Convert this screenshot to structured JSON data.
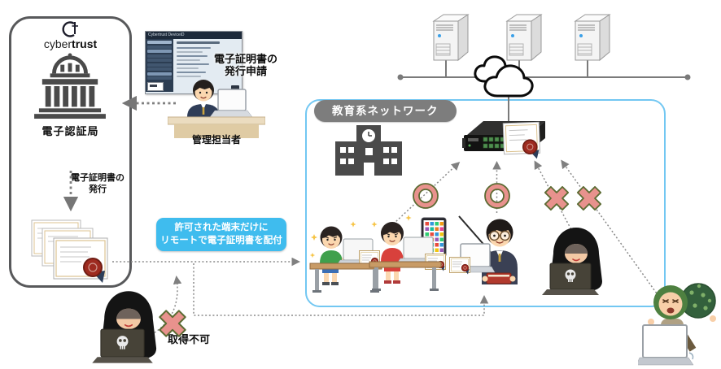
{
  "colors": {
    "callout_blue": "#3FBCEE",
    "network_border_blue": "#72C7F2",
    "pill_gray": "#7D7D7D",
    "mark_pink": "#E8928D",
    "mark_outline_green": "#5C6B33",
    "connector_gray": "#8A8A8A",
    "ca_border_gray": "#58595B",
    "certificate_seal_red": "#9E2B20"
  },
  "ca_box": {
    "brand_prefix": "cyber",
    "brand_suffix": "trust",
    "authority_label": "電子認証局",
    "issuance_label_line1": "電子証明書の",
    "issuance_label_line2": "発行"
  },
  "request": {
    "line1": "電子証明書の",
    "line2": "発行申請"
  },
  "admin": {
    "label": "管理担当者",
    "window_title": "Cybertrust DeviceiD"
  },
  "callout": {
    "line1": "許可された端末だけに",
    "line2": "リモートで電子証明書を配付"
  },
  "network": {
    "label": "教育系ネットワーク"
  },
  "denied": {
    "label": "取得不可"
  },
  "icons": {
    "ct_mark": "crescent-C-with-t",
    "ca_building": "government-building",
    "certificate_stack": "three-certificates-with-red-seal",
    "school": "school-building-with-clock",
    "network_switch": "rack-switch-with-certificate",
    "server": "tower-server",
    "cloud": "double-cloud-outline",
    "allowed_mark": "pink-ring-circle",
    "denied_mark": "pink-x-cross"
  }
}
